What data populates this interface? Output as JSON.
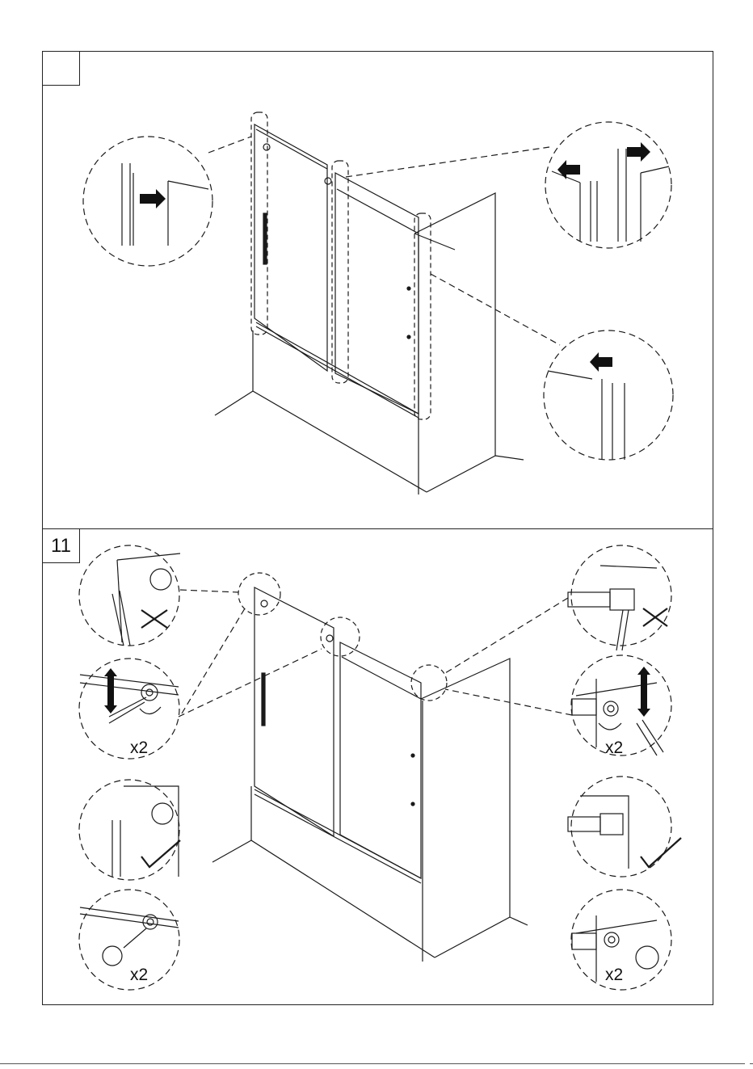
{
  "document": {
    "steps": [
      {
        "number": "",
        "description_visible": false
      },
      {
        "number": "11"
      }
    ],
    "quantity_labels": {
      "bottom_left_adjust": "x2",
      "bottom_left_lock": "x2",
      "bottom_right_adjust": "x2",
      "bottom_right_lock": "x2"
    },
    "footer": {
      "text": " "
    },
    "colors": {
      "line": "#1a1a1a",
      "ink": "#111111",
      "paper": "#ffffff"
    }
  }
}
